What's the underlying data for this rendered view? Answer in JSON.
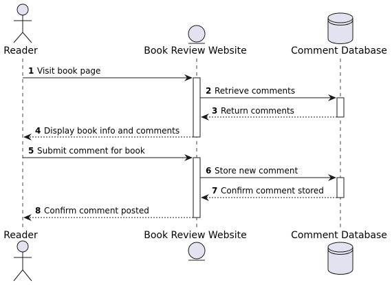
{
  "participants": {
    "reader": {
      "name": "Reader",
      "kind": "actor"
    },
    "website": {
      "name": "Book Review Website",
      "kind": "entity"
    },
    "database": {
      "name": "Comment Database",
      "kind": "database"
    }
  },
  "colors": {
    "participant_fill": "#E2E2F0",
    "stroke": "#181818",
    "background": "#ffffff"
  },
  "messages": [
    {
      "num": "1",
      "text": "Visit book page",
      "from": "reader",
      "to": "website",
      "style": "solid"
    },
    {
      "num": "2",
      "text": "Retrieve comments",
      "from": "website",
      "to": "database",
      "style": "solid"
    },
    {
      "num": "3",
      "text": "Return comments",
      "from": "database",
      "to": "website",
      "style": "dashed"
    },
    {
      "num": "4",
      "text": "Display book info and comments",
      "from": "website",
      "to": "reader",
      "style": "dashed"
    },
    {
      "num": "5",
      "text": "Submit comment for book",
      "from": "reader",
      "to": "website",
      "style": "solid"
    },
    {
      "num": "6",
      "text": "Store new comment",
      "from": "website",
      "to": "database",
      "style": "solid"
    },
    {
      "num": "7",
      "text": "Confirm comment stored",
      "from": "database",
      "to": "website",
      "style": "dashed"
    },
    {
      "num": "8",
      "text": "Confirm comment posted",
      "from": "website",
      "to": "reader",
      "style": "dashed"
    }
  ]
}
